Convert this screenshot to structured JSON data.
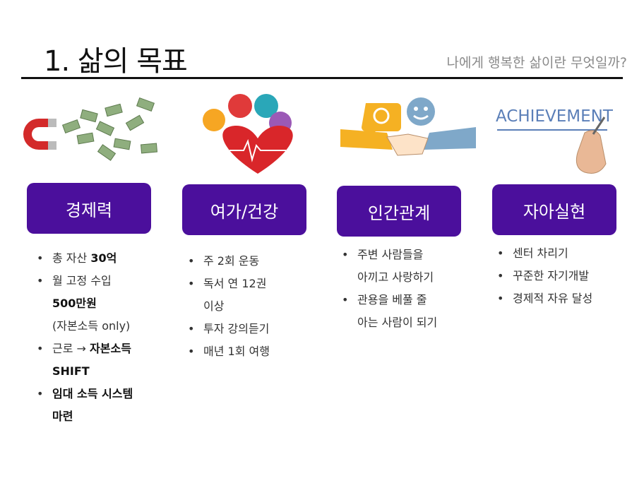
{
  "header": {
    "title": "1. 삶의 목표",
    "subtitle": "나에게 행복한 삶이란 무엇일까?"
  },
  "columns": [
    {
      "label": "경제력",
      "illustration_icon": "magnet-money-icon",
      "bullets": [
        {
          "pre": "총 자산 ",
          "bold": "30억"
        },
        {
          "pre": "월 고정 수입",
          "bold": ""
        },
        {
          "pre": "",
          "bold": "500만원",
          "continuation": true
        },
        {
          "pre": "(자본소득 only)",
          "bold": "",
          "continuation": true
        },
        {
          "pre": "근로 → ",
          "bold": "자본소득"
        },
        {
          "pre": "",
          "bold": "SHIFT",
          "continuation": true
        },
        {
          "pre": "",
          "bold": "임대 소득 시스템"
        },
        {
          "pre": "",
          "bold": "마련",
          "continuation": true
        }
      ]
    },
    {
      "label": "여가/건강",
      "illustration_icon": "heart-health-icon",
      "bullets": [
        {
          "text": "주 2회 운동"
        },
        {
          "text": "독서 연 12권"
        },
        {
          "text": "이상",
          "continuation": true
        },
        {
          "text": "투자 강의듣기"
        },
        {
          "text": "매년 1회 여행"
        }
      ]
    },
    {
      "label": "인간관계",
      "illustration_icon": "handshake-icon",
      "bullets": [
        {
          "text": "주변 사람들을"
        },
        {
          "text": "아끼고 사랑하기",
          "continuation": true
        },
        {
          "text": "관용을 베풀 줄"
        },
        {
          "text": "아는 사람이 되기",
          "continuation": true
        }
      ]
    },
    {
      "label": "자아실현",
      "illustration_icon": "achievement-icon",
      "illustration_text": "ACHIEVEMENT",
      "bullets": [
        {
          "text": "센터 차리기"
        },
        {
          "text": "꾸준한 자기개발"
        },
        {
          "text": "경제적 자유 달성"
        }
      ]
    }
  ],
  "colors": {
    "pill": "#4b0f9c",
    "rule": "#111111",
    "subtitle": "#8a8a8a"
  }
}
